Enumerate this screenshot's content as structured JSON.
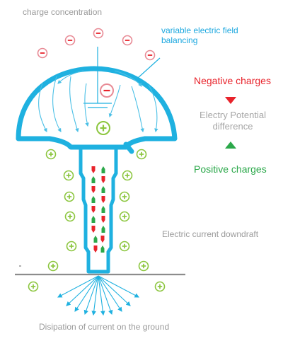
{
  "labels": {
    "charge_concentration": "charge concentration",
    "field_balancing_line1": "variable electric field",
    "field_balancing_line2": "balancing",
    "negative_charges": "Negative charges",
    "potential_difference_line1": "Electry Potential",
    "potential_difference_line2": "difference",
    "positive_charges": "Positive charges",
    "current_downdraft": "Electric current downdraft",
    "ground_dissipation": "Disipation of current on the ground"
  },
  "colors": {
    "device_blue": "#1fb1e0",
    "negative_red": "#e8232b",
    "negative_pink": "#e88a95",
    "positive_green": "#8cc63f",
    "arrow_red": "#e8232b",
    "arrow_green": "#2ba84a",
    "ground_gray": "#8c8c8c"
  },
  "symbols": {
    "minus": "−",
    "plus": "+"
  }
}
